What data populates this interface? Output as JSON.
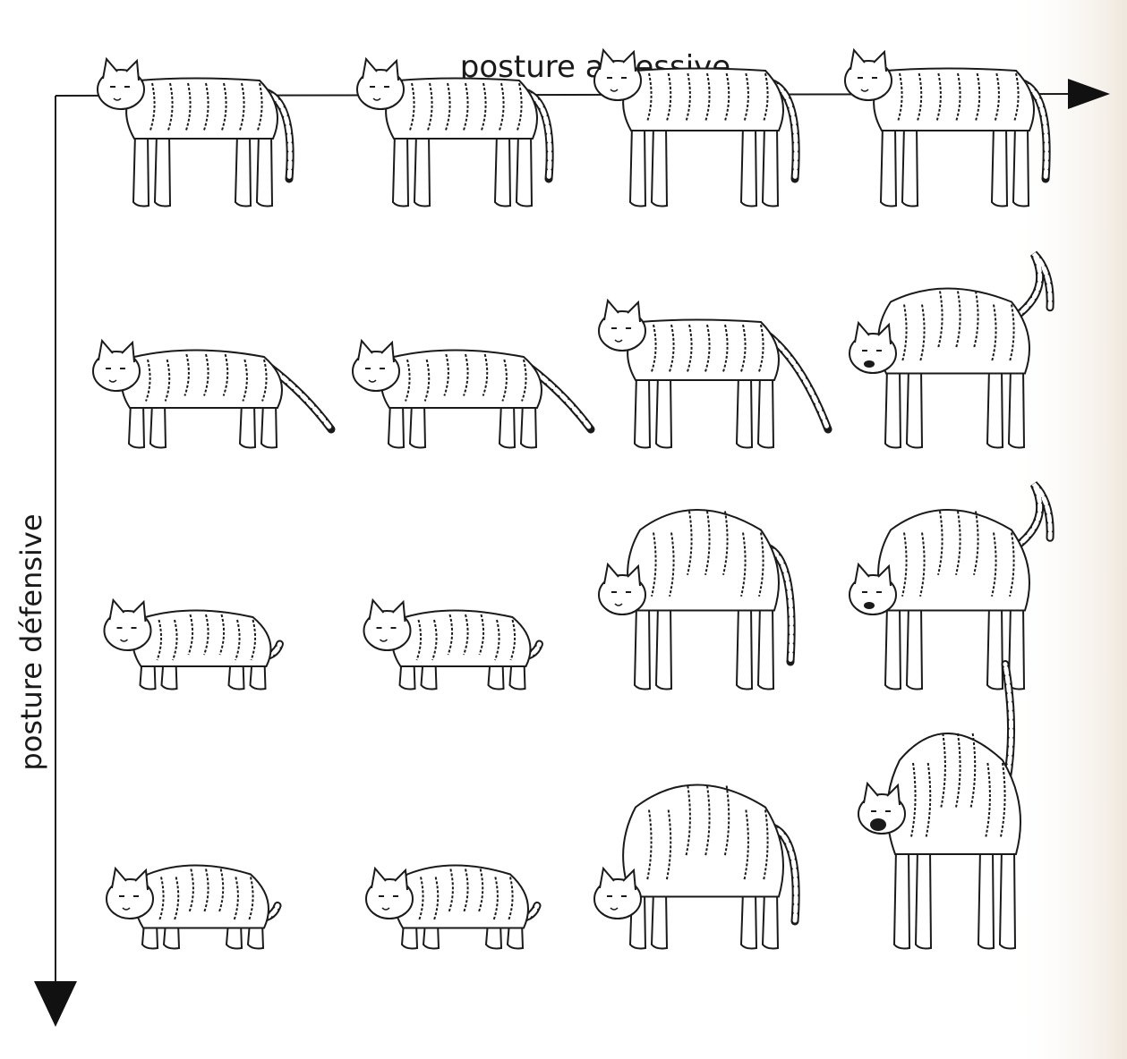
{
  "diagram": {
    "x_axis_label": "posture agressive",
    "y_axis_label": "posture défensive",
    "colors": {
      "ink": "#1a1a1a",
      "paper": "#ffffff",
      "paper_edge": "#efe7dc"
    },
    "grid": {
      "rows": 4,
      "columns": 4,
      "cells": [
        {
          "row": 1,
          "col": 1,
          "posture": "standing",
          "tail": "down",
          "mouth": "closed"
        },
        {
          "row": 1,
          "col": 2,
          "posture": "standing",
          "tail": "down",
          "mouth": "closed"
        },
        {
          "row": 1,
          "col": 3,
          "posture": "standing-tall",
          "tail": "down",
          "mouth": "closed"
        },
        {
          "row": 1,
          "col": 4,
          "posture": "standing-tall",
          "tail": "down",
          "mouth": "closed"
        },
        {
          "row": 2,
          "col": 1,
          "posture": "crouching-walk",
          "tail": "low",
          "mouth": "closed"
        },
        {
          "row": 2,
          "col": 2,
          "posture": "crouching-walk",
          "tail": "low",
          "mouth": "closed"
        },
        {
          "row": 2,
          "col": 3,
          "posture": "standing",
          "tail": "low",
          "mouth": "closed"
        },
        {
          "row": 2,
          "col": 4,
          "posture": "slight-arch",
          "tail": "up",
          "mouth": "open"
        },
        {
          "row": 3,
          "col": 1,
          "posture": "crouched",
          "tail": "tucked",
          "mouth": "closed"
        },
        {
          "row": 3,
          "col": 2,
          "posture": "crouched",
          "tail": "tucked",
          "mouth": "closed"
        },
        {
          "row": 3,
          "col": 3,
          "posture": "arched",
          "tail": "down",
          "mouth": "closed"
        },
        {
          "row": 3,
          "col": 4,
          "posture": "arched",
          "tail": "up",
          "mouth": "open"
        },
        {
          "row": 4,
          "col": 1,
          "posture": "curled",
          "tail": "tucked",
          "mouth": "closed"
        },
        {
          "row": 4,
          "col": 2,
          "posture": "curled",
          "tail": "tucked",
          "mouth": "closed"
        },
        {
          "row": 4,
          "col": 3,
          "posture": "hunched-arch",
          "tail": "down",
          "mouth": "closed"
        },
        {
          "row": 4,
          "col": 4,
          "posture": "full-arch",
          "tail": "vertical",
          "mouth": "hissing"
        }
      ]
    }
  }
}
